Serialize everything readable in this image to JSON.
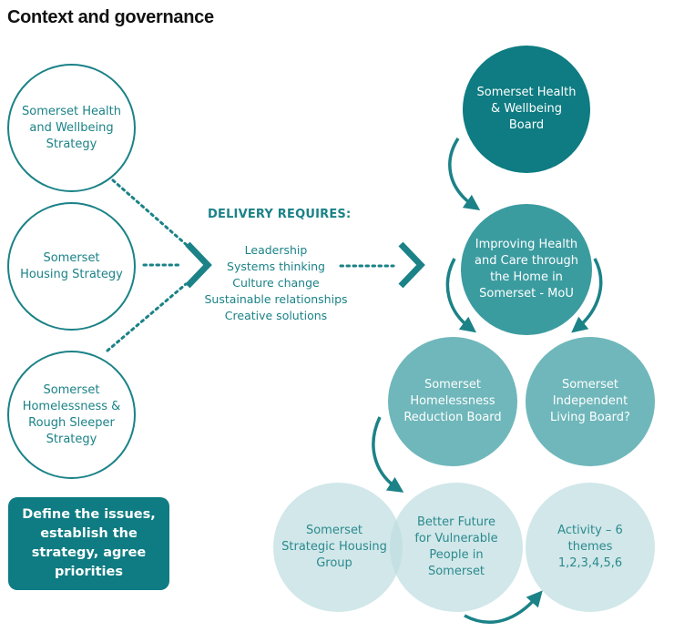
{
  "title": "Context and governance",
  "strategies": [
    "Somerset Health\nand Wellbeing\nStrategy",
    "Somerset\nHousing Strategy",
    "Somerset\nHomelessness &\nRough Sleeper\nStrategy"
  ],
  "delivery": {
    "heading": "DELIVERY REQUIRES:",
    "items": [
      "Leadership",
      "Systems thinking",
      "Culture change",
      "Sustainable relationships",
      "Creative solutions"
    ]
  },
  "boards": {
    "health_wellbeing_board": "Somerset Health\n& Wellbeing\nBoard",
    "improving_health": "Improving Health\nand Care through\nthe Home in\nSomerset - MoU",
    "homelessness_reduction": "Somerset\nHomelessness\nReduction Board",
    "independent_living": "Somerset\nIndependent\nLiving Board?",
    "strategic_housing": "Somerset\nStrategic Housing\nGroup",
    "better_future": "Better Future\nfor Vulnerable\nPeople in\nSomerset",
    "activity": "Activity – 6\nthemes\n1,2,3,4,5,6"
  },
  "define_box": "Define the issues,\nestablish the\nstrategy, agree\npriorities",
  "colors": {
    "teal_dark": "#0e7c82",
    "teal_mid": "#3b9ca0",
    "teal_light": "#6fb7bb",
    "teal_pale": "#bfdee0",
    "outline": "#1b8287"
  }
}
